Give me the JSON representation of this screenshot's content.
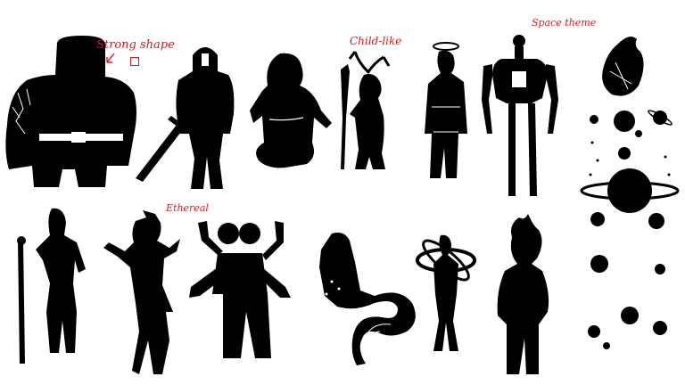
{
  "colors": {
    "background": "#ffffff",
    "silhouette": "#000000",
    "detail": "#ffffff",
    "annotation": "#e0161b"
  },
  "annotations": {
    "strong_shape": "Strong shape",
    "child_like": "Child-like",
    "space_theme": "Space theme",
    "ethereal": "Ethereal"
  },
  "silhouettes": [
    "brute-with-cracked-arm",
    "armored-knight-with-sword",
    "seated-woman",
    "antlered-child-with-staff",
    "haloed-woman",
    "lanky-robot",
    "burning-planet-and-orbits",
    "woman-with-staff",
    "ethereal-spiky-figure",
    "four-armed-conjoined-figure",
    "serpent-tailed-woman",
    "woman-with-orbiting-rings",
    "flame-haired-figure"
  ]
}
